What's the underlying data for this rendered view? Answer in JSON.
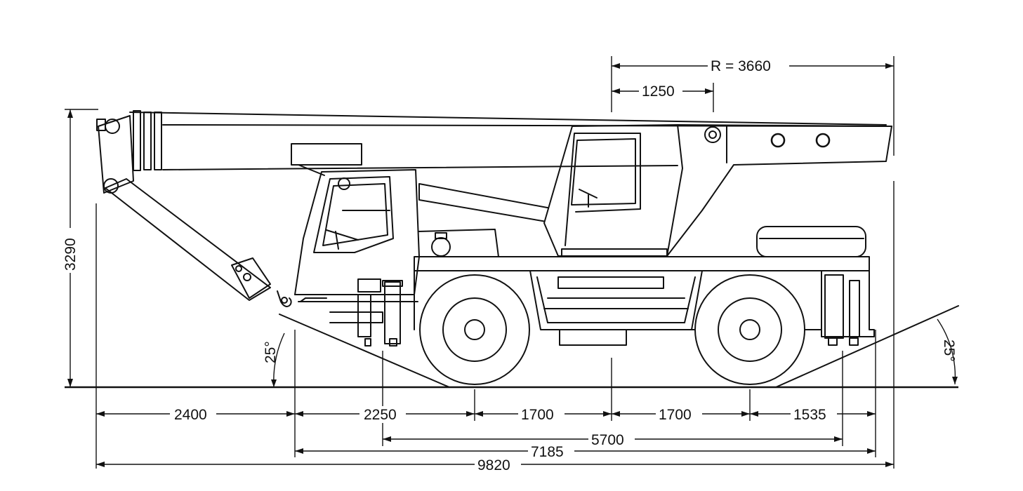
{
  "dimensions": {
    "radius": "R = 3660",
    "r_offset": "1250",
    "height": "3290",
    "angle_front": "25°",
    "angle_rear": "25°",
    "front_overhang": "2400",
    "front_axle_offset": "2250",
    "span_1": "1700",
    "span_2": "1700",
    "rear_overhang": "1535",
    "outrigger_span": "5700",
    "body_length": "7185",
    "total_length": "9820"
  }
}
